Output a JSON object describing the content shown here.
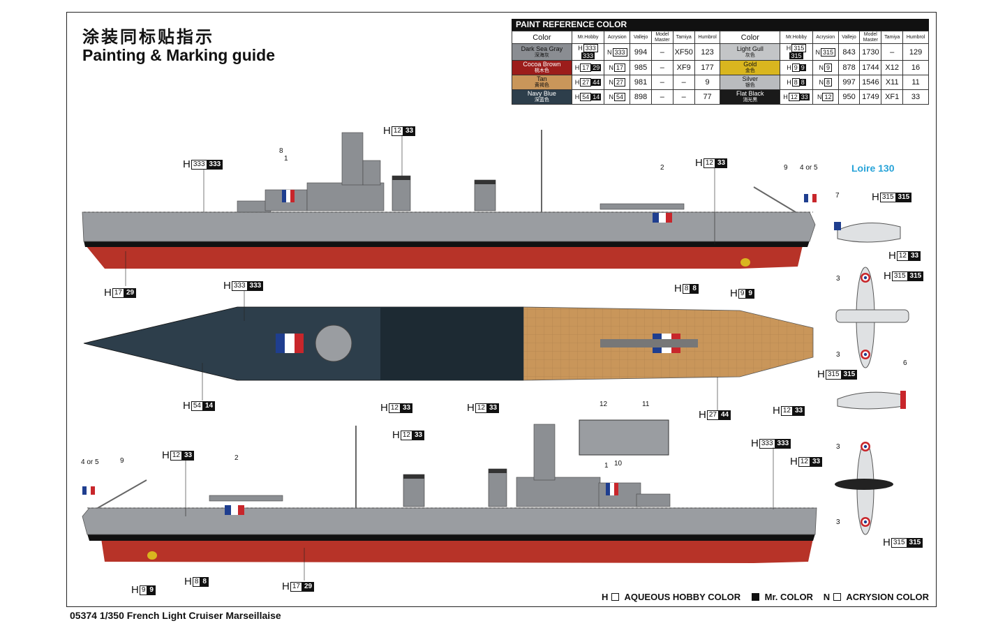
{
  "title_cn": "涂装同标贴指示",
  "title_en": "Painting & Marking guide",
  "footer": "05374 1/350 French Light Cruiser Marseillaise",
  "paint_table": {
    "header": "PAINT REFERENCE COLOR",
    "columns": [
      "Color",
      "Mr.Hobby",
      "Acrysion",
      "Vallejo",
      "Model Master",
      "Tamiya",
      "Humbrol"
    ],
    "left": [
      {
        "name": "Dark Sea Gray",
        "cn": "深海灰",
        "swatch": "#8a8d92",
        "h": "333",
        "hf": "333",
        "n": "333",
        "vallejo": "994",
        "mm": "–",
        "tamiya": "XF50",
        "humbrol": "123"
      },
      {
        "name": "Cocoa Brown",
        "cn": "桃木色",
        "swatch": "#9c1d1b",
        "h": "17",
        "hf": "29",
        "n": "17",
        "vallejo": "985",
        "mm": "–",
        "tamiya": "XF9",
        "humbrol": "177"
      },
      {
        "name": "Tan",
        "cn": "黄褐色",
        "swatch": "#c9965a",
        "h": "27",
        "hf": "44",
        "n": "27",
        "vallejo": "981",
        "mm": "–",
        "tamiya": "–",
        "humbrol": "9"
      },
      {
        "name": "Navy Blue",
        "cn": "深蓝色",
        "swatch": "#2d3e4b",
        "h": "54",
        "hf": "14",
        "n": "54",
        "vallejo": "898",
        "mm": "–",
        "tamiya": "–",
        "humbrol": "77"
      }
    ],
    "right": [
      {
        "name": "Light Gull",
        "cn": "灰色",
        "swatch": "#c3c5c7",
        "h": "315",
        "hf": "315",
        "n": "315",
        "vallejo": "843",
        "mm": "1730",
        "tamiya": "–",
        "humbrol": "129"
      },
      {
        "name": "Gold",
        "cn": "金色",
        "swatch": "#d9b61f",
        "h": "9",
        "hf": "9",
        "n": "9",
        "vallejo": "878",
        "mm": "1744",
        "tamiya": "X12",
        "humbrol": "16"
      },
      {
        "name": "Silver",
        "cn": "银色",
        "swatch": "#b9bbbe",
        "h": "8",
        "hf": "8",
        "n": "8",
        "vallejo": "997",
        "mm": "1546",
        "tamiya": "X11",
        "humbrol": "11"
      },
      {
        "name": "Flat Black",
        "cn": "消光黑",
        "swatch": "#1a1a1a",
        "h": "12",
        "hf": "33",
        "n": "12",
        "vallejo": "950",
        "mm": "1749",
        "tamiya": "XF1",
        "humbrol": "33"
      }
    ]
  },
  "callouts": {
    "c1": {
      "h": "333",
      "f": "333"
    },
    "c2": {
      "h": "12",
      "f": "33"
    },
    "c3": {
      "h": "12",
      "f": "33"
    },
    "c4": {
      "h": "17",
      "f": "29"
    },
    "c5": {
      "h": "333",
      "f": "333"
    },
    "c6": {
      "h": "8",
      "f": "8"
    },
    "c7": {
      "h": "9",
      "f": "9"
    },
    "c8": {
      "h": "315",
      "f": "315"
    },
    "c9": {
      "h": "12",
      "f": "33"
    },
    "c10": {
      "h": "315",
      "f": "315"
    },
    "c11": {
      "h": "54",
      "f": "14"
    },
    "c12": {
      "h": "12",
      "f": "33"
    },
    "c13": {
      "h": "12",
      "f": "33"
    },
    "c14": {
      "h": "27",
      "f": "44"
    },
    "c15": {
      "h": "315",
      "f": "315"
    },
    "c16": {
      "h": "12",
      "f": "33"
    },
    "c17": {
      "h": "12",
      "f": "33"
    },
    "c18": {
      "h": "12",
      "f": "33"
    },
    "c19": {
      "h": "333",
      "f": "333"
    },
    "c20": {
      "h": "12",
      "f": "33"
    },
    "c21": {
      "h": "8",
      "f": "8"
    },
    "c22": {
      "h": "9",
      "f": "9"
    },
    "c23": {
      "h": "17",
      "f": "29"
    },
    "c24": {
      "h": "315",
      "f": "315"
    }
  },
  "markers": {
    "n8": "8",
    "n1": "1",
    "n2": "2",
    "n9": "9",
    "n4or5": "4 or 5",
    "n7": "7",
    "n3a": "3",
    "n3b": "3",
    "n6": "6",
    "n12": "12",
    "n11": "11",
    "n4or5b": "4 or 5",
    "n9b": "9",
    "n2b": "2",
    "n1b": "1",
    "n10": "10",
    "n3c": "3",
    "n3d": "3"
  },
  "aircraft_name": "Loire 130",
  "legend": {
    "h_prefix": "H",
    "h_text": "AQUEOUS HOBBY COLOR",
    "mr_text": "Mr. COLOR",
    "n_prefix": "N",
    "n_text": "ACRYSION COLOR"
  }
}
